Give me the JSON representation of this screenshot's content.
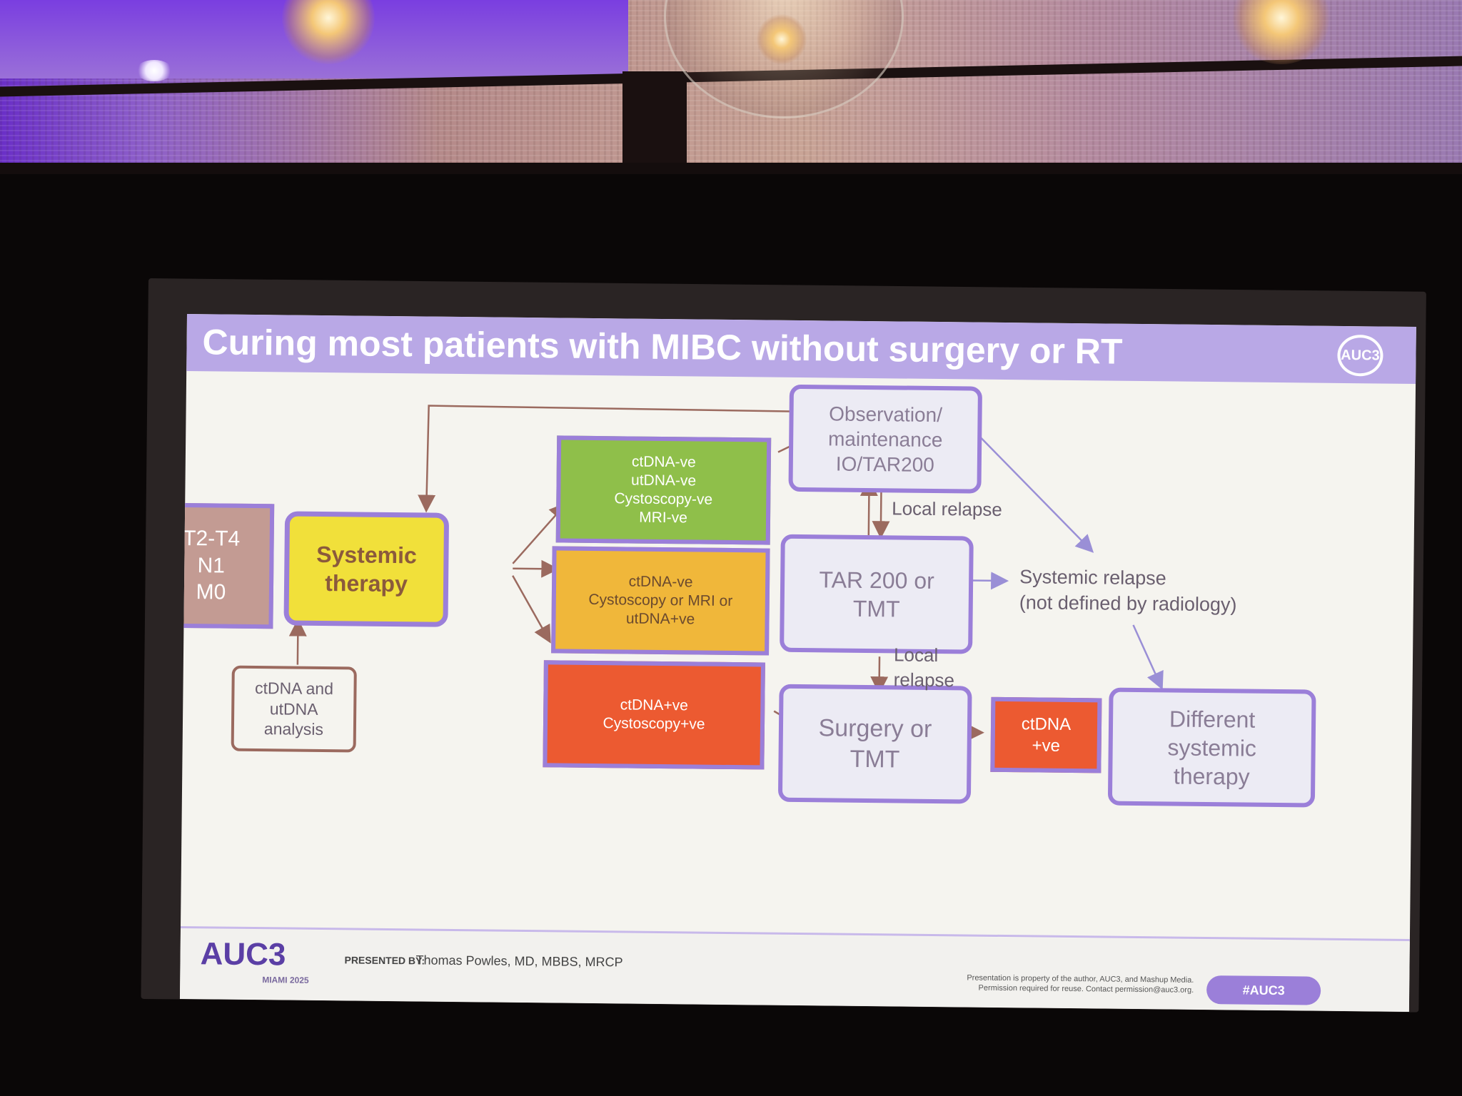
{
  "slide": {
    "title": "Curing most patients with MIBC without surgery or RT",
    "corner_logo": "AUC3",
    "colors": {
      "title_bar": "#b9a8e6",
      "box_border": "#9b7fd9",
      "green": "#8fbf4a",
      "amber": "#f0b73a",
      "red": "#ec5a31",
      "yellow": "#f1e03a",
      "mauve": "#c39b93"
    },
    "nodes": {
      "stage": "T2-T4\nN1\nM0",
      "systemic": "Systemic\ntherapy",
      "ctdna_analysis": "ctDNA and\nutDNA\nanalysis",
      "green_box": "ctDNA-ve\nutDNA-ve\nCystoscopy-ve\nMRI-ve",
      "amber_box": "ctDNA-ve\nCystoscopy or MRI or\nutDNA+ve",
      "red_box": "ctDNA+ve\nCystoscopy+ve",
      "observation": "Observation/\nmaintenance\nIO/TAR200",
      "tar200": "TAR 200 or\nTMT",
      "surgery": "Surgery or\nTMT",
      "ctdna_pos": "ctDNA\n+ve",
      "different": "Different\nsystemic\ntherapy",
      "local_relapse_1": "Local relapse",
      "local_relapse_2": "Local\nrelapse",
      "systemic_relapse": "Systemic relapse\n(not defined by radiology)"
    },
    "footer": {
      "logo": "AUC3",
      "location": "MIAMI 2025",
      "presented_by_label": "PRESENTED BY:",
      "presenter": "Thomas Powles, MD, MBBS, MRCP",
      "disclaimer": "Presentation is property of the author, AUC3, and Mashup Media.\nPermission required for reuse. Contact permission@auc3.org.",
      "hashtag": "#AUC3"
    }
  }
}
